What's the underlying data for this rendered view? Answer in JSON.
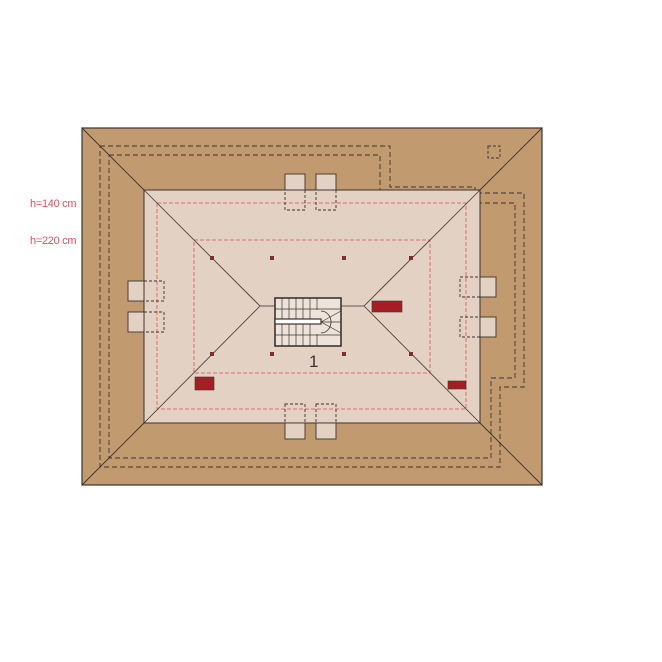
{
  "plan": {
    "labels": {
      "height_low": "h=140 cm",
      "height_high": "h=220 cm",
      "room_number": "1"
    },
    "colors": {
      "roof": "#c19a70",
      "floor": "#e3d1c3",
      "line": "#3c3430",
      "dashed_red": "#e0505a",
      "label_red": "#e0505a",
      "accent_red": "#a31f24",
      "column": "#7a2e2e",
      "dormer": "#e3d1c3"
    }
  }
}
